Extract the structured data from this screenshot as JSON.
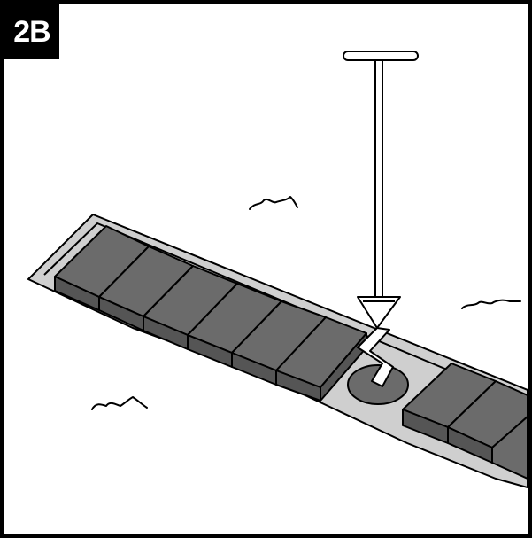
{
  "panel": {
    "step_label": "2B"
  },
  "colors": {
    "border": "#000000",
    "paver_fill": "#6b6b6b",
    "paver_side": "#555555",
    "trench_fill": "#cfcfcf",
    "hole_fill": "#6b6b6b",
    "background": "#ffffff"
  },
  "scene": {
    "objects": [
      "t-handle-auger-icon",
      "paver-bricks",
      "trench",
      "dug-hole",
      "grass-tufts"
    ]
  }
}
